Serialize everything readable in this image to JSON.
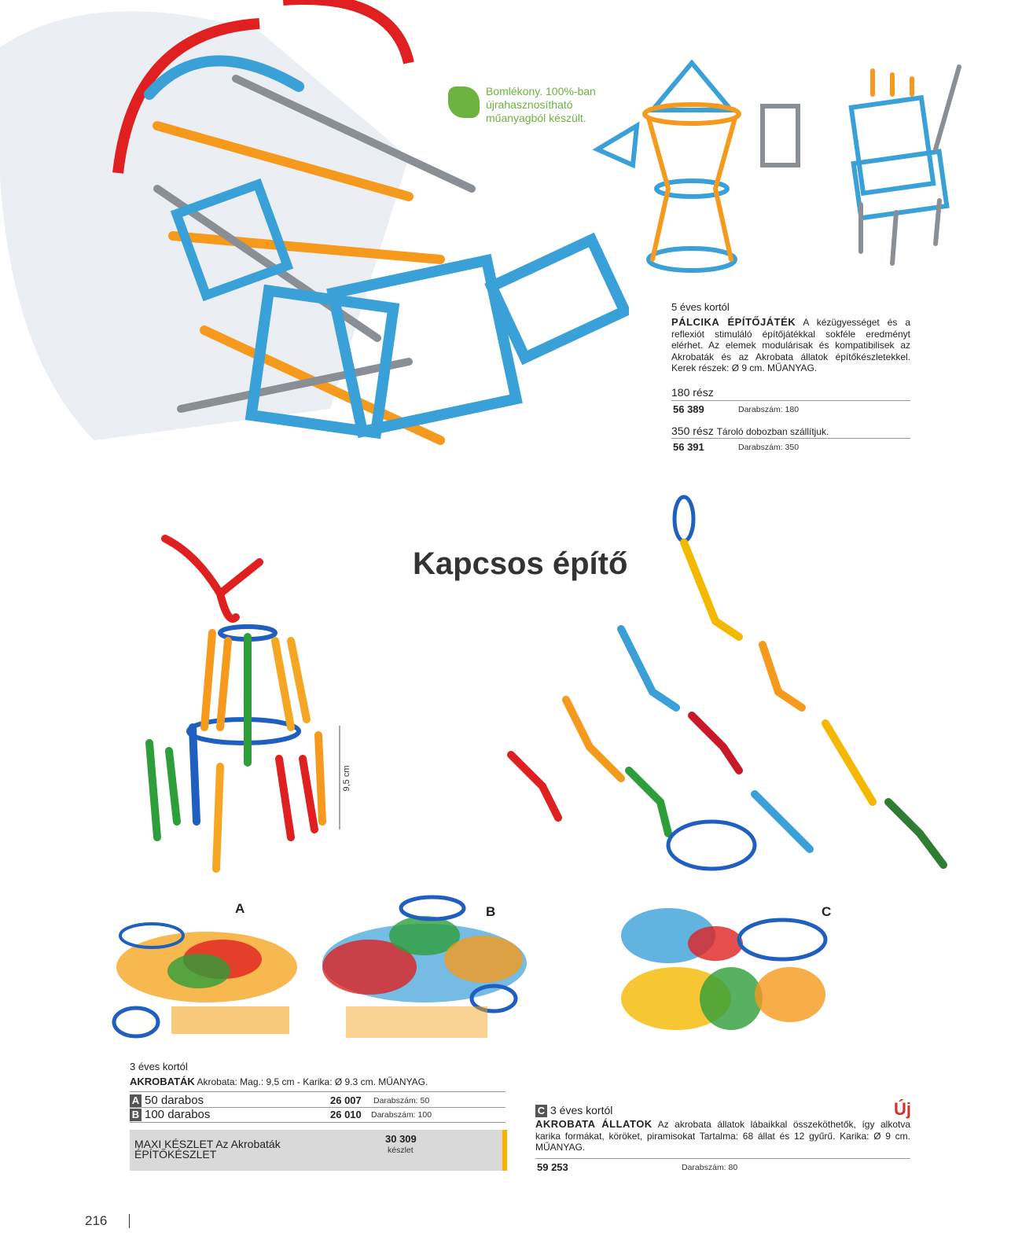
{
  "eco": {
    "text": "Bomlékony. 100%-ban\nújrahasznosítható\nműanyagból készült.",
    "color": "#6db33f"
  },
  "palcika": {
    "age": "5 éves kortól",
    "name": "PÁLCIKA ÉPÍTŐJÁTÉK",
    "desc": "A kézügyességet és a reflexiót stimuláló építőjátékkal sokféle eredményt elérhet. Az elemek modulárisak és kompatibilisek az Akrobaták és az Akrobata állatok építőkészletekkel. Kerek részek: Ø 9 cm.  MŰANYAG.",
    "variants": [
      {
        "title": "180 rész",
        "note": "",
        "code": "56 389",
        "count": "Darabszám: 180"
      },
      {
        "title": "350 rész",
        "note": "Tároló dobozban szállítjuk.",
        "code": "56 391",
        "count": "Darabszám: 350"
      }
    ]
  },
  "section_title": "Kapcsos építő",
  "dimension_label": "9,5 cm",
  "pile_labels": {
    "a": "A",
    "b": "B",
    "c": "C"
  },
  "akrobatak": {
    "age": "3 éves kortól",
    "name": "AKROBATÁK",
    "desc": "Akrobata: Mag.: 9,5 cm - Karika: Ø 9.3 cm.  MŰANYAG.",
    "rows": [
      {
        "letter": "A",
        "label": "50 darabos",
        "code": "26 007",
        "count": "Darabszám: 50"
      },
      {
        "letter": "B",
        "label": "100 darabos",
        "code": "26 010",
        "count": "Darabszám: 100"
      }
    ],
    "maxi": {
      "label": "MAXI KÉSZLET Az Akrobaták ÉPÍTŐKÉSZLET",
      "code": "30 309",
      "unit": "készlet",
      "accent": "#f4b400"
    }
  },
  "allatok": {
    "letter": "C",
    "age": "3 éves kortól",
    "new_badge": "Új",
    "new_color": "#d0312d",
    "name": "AKROBATA ÁLLATOK",
    "desc": "Az akrobata állatok lábaikkal összeköthetők, így alkotva karika formákat, köröket, piramisokat Tartalma: 68 állat és 12 gyűrű. Karika: Ø 9 cm. MŰANYAG.",
    "code": "59 253",
    "count": "Darabszám: 80"
  },
  "page_number": "216"
}
